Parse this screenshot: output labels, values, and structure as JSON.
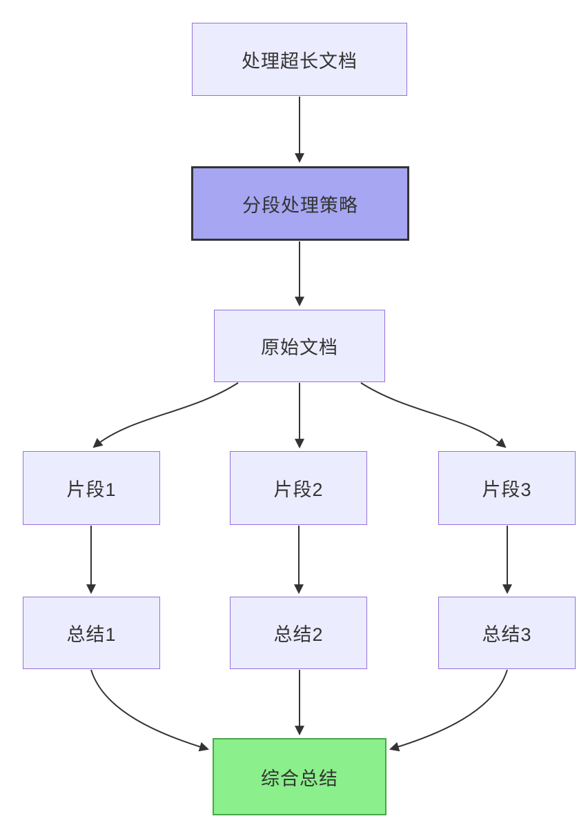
{
  "diagram": {
    "nodes": {
      "top": {
        "label": "处理超长文档"
      },
      "strategy": {
        "label": "分段处理策略"
      },
      "original": {
        "label": "原始文档"
      },
      "fragment1": {
        "label": "片段1"
      },
      "fragment2": {
        "label": "片段2"
      },
      "fragment3": {
        "label": "片段3"
      },
      "summary1": {
        "label": "总结1"
      },
      "summary2": {
        "label": "总结2"
      },
      "summary3": {
        "label": "总结3"
      },
      "final": {
        "label": "综合总结"
      }
    },
    "colors": {
      "node_fill": "#ECECFF",
      "node_border": "#9370DB",
      "strategy_fill": "#A6A6F2",
      "strategy_border": "#333333",
      "final_fill": "#8BEF8B",
      "final_border": "#47A847",
      "edge": "#333333",
      "text": "#333333",
      "background": "#FFFFFF"
    }
  }
}
